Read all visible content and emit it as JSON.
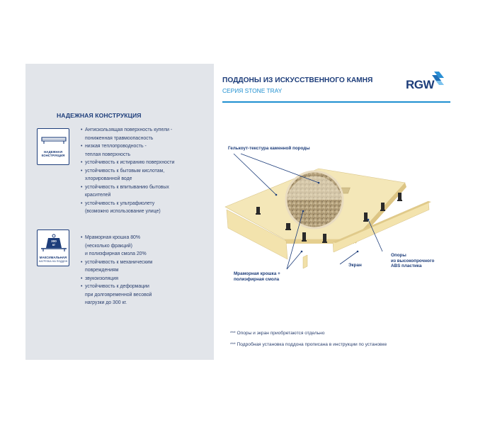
{
  "header": {
    "title": "ПОДДОНЫ ИЗ ИСКУССТВЕННОГО КАМНЯ",
    "subtitle": "СЕРИЯ STONE TRAY",
    "brand": "RGW"
  },
  "construction": {
    "title": "НАДЕЖНАЯ КОНСТРУКЦИЯ",
    "icon_name": "construction-icon",
    "icon_caption": "НАДЕЖНАЯ\nКОНСТРУКЦИЯ",
    "items": [
      {
        "text": "Антискользящая поверхность купели -",
        "bullet": true
      },
      {
        "text": "пониженная травмоопасность",
        "bullet": false
      },
      {
        "text": "низкая теплопроводность -",
        "bullet": true
      },
      {
        "text": "теплая поверхность",
        "bullet": false
      },
      {
        "text": "устойчивость к истиранию поверхности",
        "bullet": true
      },
      {
        "text": "устойчивость к бытовым кислотам,",
        "bullet": true
      },
      {
        "text": "хлорированной воде",
        "bullet": false
      },
      {
        "text": "устойчивость к впитыванию бытовых",
        "bullet": true
      },
      {
        "text": "красителей",
        "bullet": false
      },
      {
        "text": "устойчивость к ультрафиолету",
        "bullet": true
      },
      {
        "text": "(возможно использование улице)",
        "bullet": false
      }
    ]
  },
  "load": {
    "icon_name": "weight-load-icon",
    "weight_label": "300\nкг",
    "icon_caption_main": "МАКСИМАЛЬНАЯ",
    "icon_caption_sub": "НАГРУЗКА НА ПОДДОН",
    "items": [
      {
        "text": "Мраморная крошка 80%",
        "bullet": true
      },
      {
        "text": "(несколько фракций)",
        "bullet": false
      },
      {
        "text": "и полиэфирная смола 20%",
        "bullet": false
      },
      {
        "text": "устойчивость к механическим",
        "bullet": true
      },
      {
        "text": "повреждениям",
        "bullet": false
      },
      {
        "text": "звукоизоляция",
        "bullet": true
      },
      {
        "text": "устойчивость к деформации",
        "bullet": true
      },
      {
        "text": "при долговременной весовой",
        "bullet": false
      },
      {
        "text": "нагрузки до 300 кг.",
        "bullet": false
      }
    ]
  },
  "callouts": {
    "gelcoat": "Гелькоут-текстура каменной породы",
    "marble": "Мраморная крошка +\nполиэфирная смола",
    "screen": "Экран",
    "supports": "Опоры\nиз высокопрочного\nABS пластика"
  },
  "footnotes": [
    "*** Опоры и экран приобретаются отдельно",
    "*** Подробная установка поддона прописана в инструкции по установке"
  ],
  "colors": {
    "brand_blue": "#1d3d7a",
    "accent_blue": "#1e8fd0",
    "panel_gray": "#e2e5ea",
    "stone_beige": "#f1e4b4"
  }
}
